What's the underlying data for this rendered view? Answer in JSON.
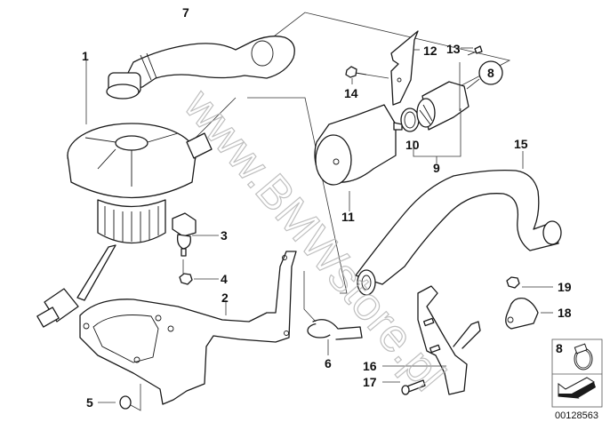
{
  "diagram": {
    "title": "Secondary air pump assembly",
    "watermark": "www.BMWstore.pl",
    "document_number": "00128563",
    "callouts": [
      {
        "number": "1",
        "part": "secondary air pump"
      },
      {
        "number": "2",
        "part": "bracket"
      },
      {
        "number": "3",
        "part": "rubber mount"
      },
      {
        "number": "4",
        "part": "nut"
      },
      {
        "number": "5",
        "part": "grommet nut"
      },
      {
        "number": "6",
        "part": "hose clamp"
      },
      {
        "number": "7",
        "part": "intake hose"
      },
      {
        "number": "8",
        "part": "hose clamp",
        "circled": true
      },
      {
        "number": "9",
        "part": "valve assembly"
      },
      {
        "number": "10",
        "part": "o-ring"
      },
      {
        "number": "11",
        "part": "air valve"
      },
      {
        "number": "12",
        "part": "bracket"
      },
      {
        "number": "13",
        "part": "screw"
      },
      {
        "number": "14",
        "part": "bolt"
      },
      {
        "number": "15",
        "part": "pressure hose"
      },
      {
        "number": "16",
        "part": "support bracket"
      },
      {
        "number": "17",
        "part": "bolt"
      },
      {
        "number": "18",
        "part": "clip"
      },
      {
        "number": "19",
        "part": "nut"
      }
    ],
    "legend_box": {
      "number": "8",
      "icon": "hose-clamp-icon",
      "arrow_icon": "direction-arrow-icon"
    }
  }
}
